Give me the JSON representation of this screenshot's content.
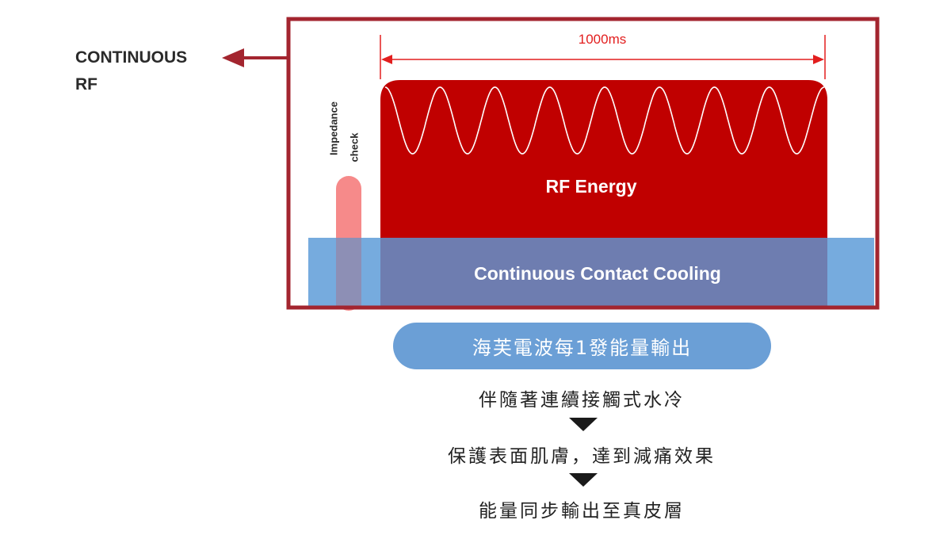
{
  "side_label": {
    "line1": "CONTINUOUS",
    "line2": "RF"
  },
  "diagram": {
    "impedance_label_line1": "Impedance",
    "impedance_label_line2": "check",
    "duration_label": "1000ms",
    "energy_label": "RF Energy",
    "cooling_label": "Continuous Contact Cooling"
  },
  "summary": {
    "pill_text": "海芙電波每1發能量輸出",
    "steps": [
      "伴隨著連續接觸式水冷",
      "保護表面肌膚，達到減痛效果",
      "能量同步輸出至真皮層"
    ]
  },
  "colors": {
    "frame": "#a3252f",
    "rf_block": "#c00000",
    "impedance_bar": "#f68a8a",
    "cooling_band": "#6fa7dc",
    "overlap": "#6e7db0",
    "pill": "#6b9fd6",
    "dimension_line": "#e21e1e"
  }
}
